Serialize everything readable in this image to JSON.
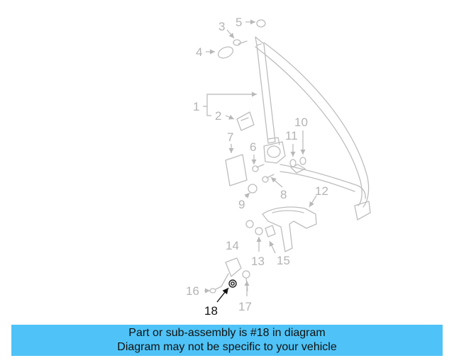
{
  "diagram": {
    "callouts": [
      "1",
      "2",
      "3",
      "4",
      "5",
      "6",
      "7",
      "8",
      "9",
      "10",
      "11",
      "12",
      "13",
      "14",
      "15",
      "16",
      "17",
      "18"
    ],
    "highlighted_part": "18",
    "part_color": "#bdbdbd",
    "highlight_color": "#111111"
  },
  "banner": {
    "line1": "Part or sub-assembly is #18 in diagram",
    "line2": "Diagram may not be specific to your vehicle",
    "background": "#4fc3f7"
  }
}
